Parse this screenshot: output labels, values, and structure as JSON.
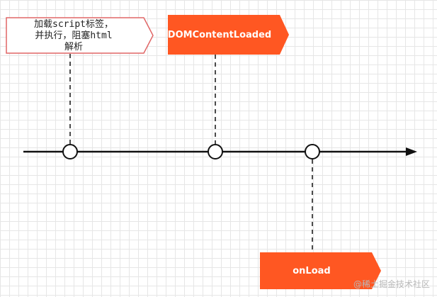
{
  "events": [
    {
      "lines": [
        "加载script标签，",
        "并执行，阻塞html",
        "解析"
      ]
    },
    {
      "label": "DOMContentLoaded"
    },
    {
      "label": "onLoad"
    }
  ],
  "colors": {
    "accent": "#ff5722",
    "outline": "#e06666",
    "line": "#111111"
  },
  "watermark": "@稀土掘金技术社区"
}
